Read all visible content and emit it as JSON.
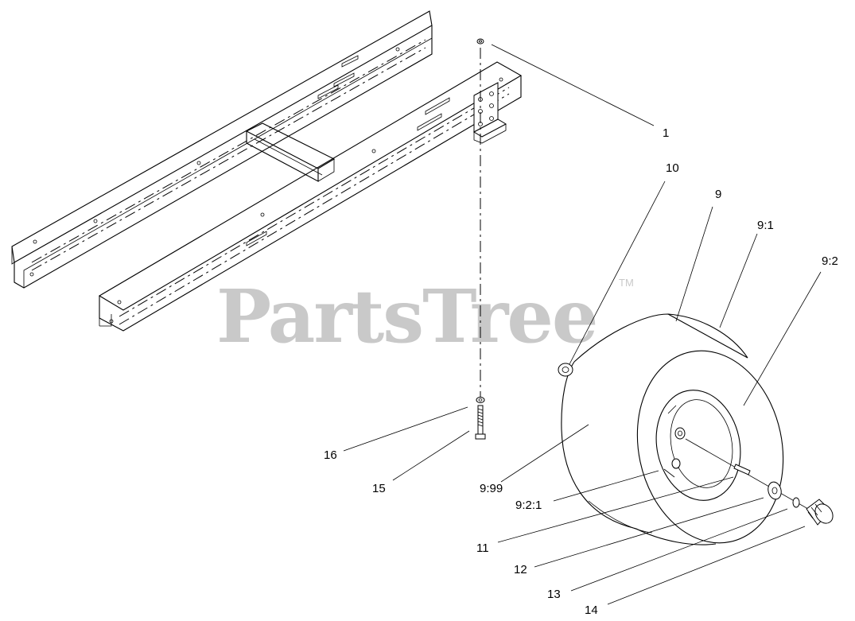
{
  "watermark": {
    "text": "PartsTree",
    "trademark": "TM"
  },
  "callouts": {
    "c1": "1",
    "c10": "10",
    "c9": "9",
    "c9_1": "9:1",
    "c9_2": "9:2",
    "c16": "16",
    "c15": "15",
    "c9_99": "9:99",
    "c9_2_1": "9:2:1",
    "c11": "11",
    "c12": "12",
    "c13": "13",
    "c14": "14"
  }
}
